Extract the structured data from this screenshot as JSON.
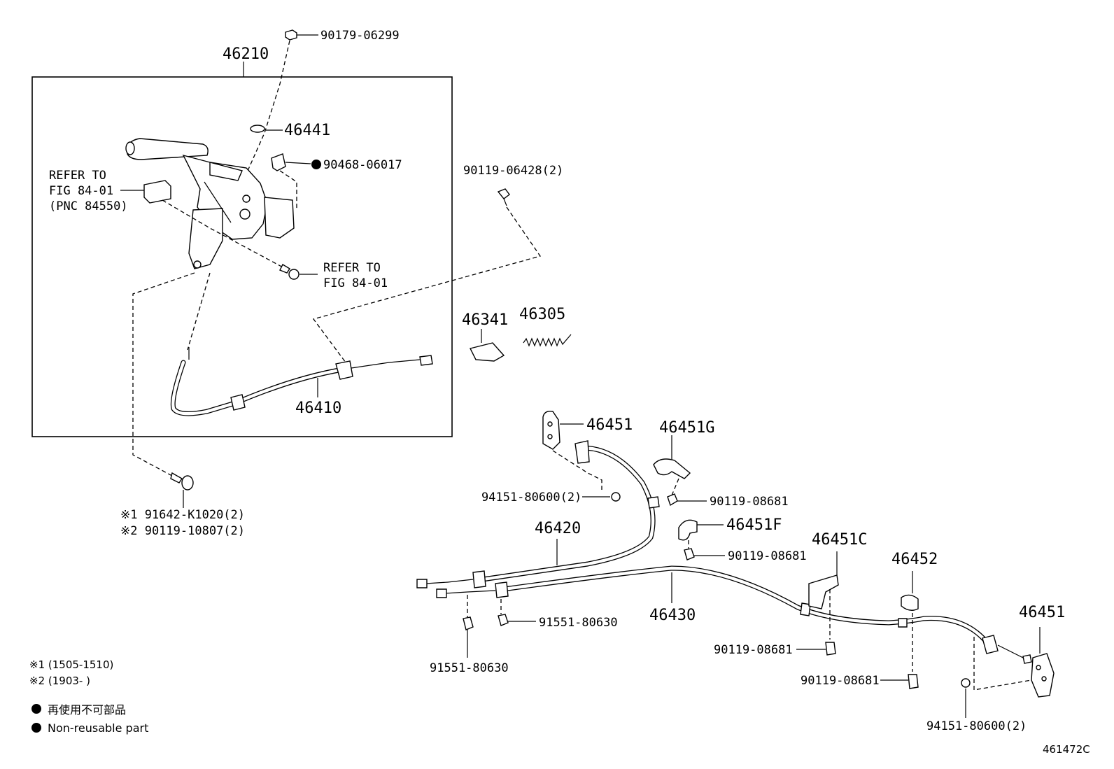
{
  "diagram_code": "461472C",
  "box_label": "46210",
  "labels": {
    "p90179_06299": "90179-06299",
    "p46441": "46441",
    "p90468_06017": "90468-06017",
    "p90119_06428": "90119-06428(2)",
    "refer1_line1": "REFER TO",
    "refer1_line2": "FIG 84-01",
    "refer1_line3": "(PNC 84550)",
    "refer2_line1": "REFER TO",
    "refer2_line2": "FIG 84-01",
    "p46410": "46410",
    "p46341": "46341",
    "p46305": "46305",
    "p91642": "※1 91642-K1020(2)",
    "p90119_10807": "※2 90119-10807(2)",
    "p46451_a": "46451",
    "p46451g": "46451G",
    "p94151_a": "94151-80600(2)",
    "p90119_08681_a": "90119-08681",
    "p46451f": "46451F",
    "p46420": "46420",
    "p90119_08681_b": "90119-08681",
    "p46451c": "46451C",
    "p46452": "46452",
    "p46430": "46430",
    "p91551_a": "91551-80630",
    "p91551_b": "91551-80630",
    "p90119_08681_c": "90119-08681",
    "p90119_08681_d": "90119-08681",
    "p46451_b": "46451",
    "p94151_b": "94151-80600(2)"
  },
  "notes": {
    "note1": "※1 (1505-1510)",
    "note2": "※2 (1903-        )"
  },
  "legend": {
    "jp": "再使用不可部品",
    "en": "Non-reusable part"
  }
}
